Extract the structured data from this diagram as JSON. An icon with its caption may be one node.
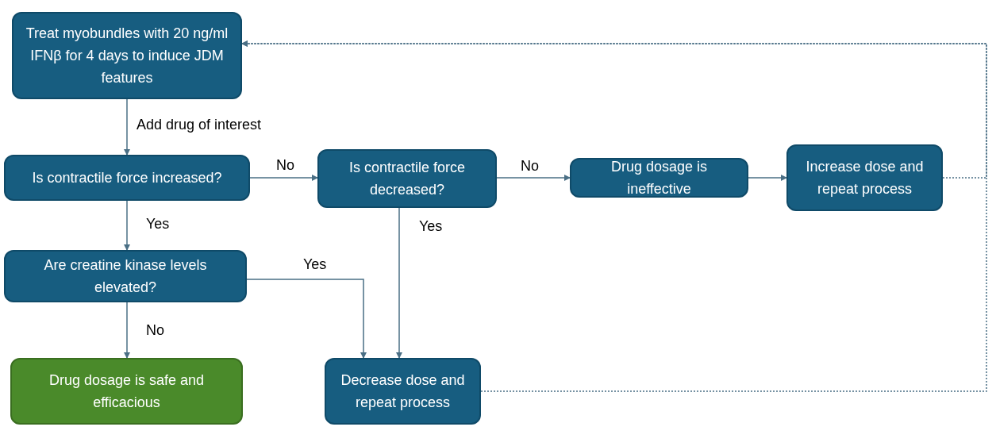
{
  "diagram": {
    "nodes": [
      {
        "text": [
          "Treat myobundles with 20 ng/ml IFNβ for 4 days to induce JDM features"
        ]
      },
      {
        "text": [
          "Is contractile force increased?"
        ]
      },
      {
        "text": [
          "Is contractile force decreased?"
        ]
      },
      {
        "text": [
          "Drug dosage is ineffective"
        ]
      },
      {
        "text": [
          "Increase dose and repeat process"
        ]
      },
      {
        "text": [
          "Are creatine kinase levels elevated?"
        ]
      },
      {
        "text": [
          "Drug dosage is safe and efficacious"
        ]
      },
      {
        "text": [
          "Decrease dose and repeat process"
        ]
      }
    ],
    "edges": [
      {
        "from": 0,
        "to": 1,
        "arrow": "to",
        "label": "Add drug of interest"
      },
      {
        "from": 1,
        "to": 2,
        "arrow": "to",
        "label": "No"
      },
      {
        "from": 2,
        "to": 3,
        "arrow": "to",
        "label": "No"
      },
      {
        "from": 3,
        "to": 4,
        "arrow": "to"
      },
      {
        "from": 4,
        "to": 0,
        "arrow": "to",
        "style": "dashed"
      },
      {
        "from": 1,
        "to": 5,
        "arrow": "to",
        "label": "Yes"
      },
      {
        "from": 5,
        "to": 7,
        "arrow": "to",
        "label": "Yes"
      },
      {
        "from": 2,
        "to": 7,
        "arrow": "to",
        "label": "Yes"
      },
      {
        "from": 5,
        "to": 6,
        "arrow": "to",
        "label": "No"
      },
      {
        "from": 7,
        "to": 0,
        "arrow": "to",
        "style": "dashed"
      }
    ]
  }
}
